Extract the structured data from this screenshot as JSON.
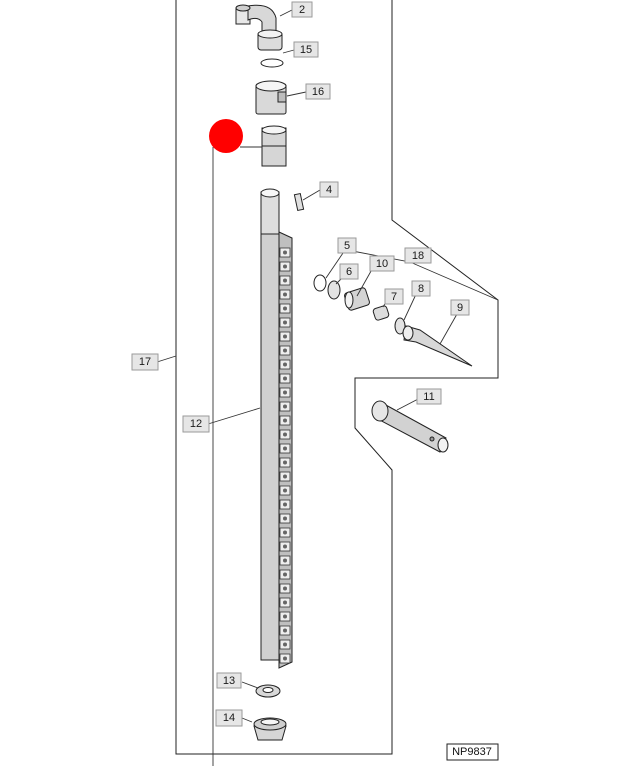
{
  "diagram_ref": "NP9837",
  "marker_color": "#ff0000",
  "callouts": [
    {
      "id": "2",
      "label": "2"
    },
    {
      "id": "15",
      "label": "15"
    },
    {
      "id": "16",
      "label": "16"
    },
    {
      "id": "4",
      "label": "4"
    },
    {
      "id": "5",
      "label": "5"
    },
    {
      "id": "6",
      "label": "6"
    },
    {
      "id": "10",
      "label": "10"
    },
    {
      "id": "18",
      "label": "18"
    },
    {
      "id": "7",
      "label": "7"
    },
    {
      "id": "8",
      "label": "8"
    },
    {
      "id": "9",
      "label": "9"
    },
    {
      "id": "11",
      "label": "11"
    },
    {
      "id": "17",
      "label": "17"
    },
    {
      "id": "12",
      "label": "12"
    },
    {
      "id": "13",
      "label": "13"
    },
    {
      "id": "14",
      "label": "14"
    }
  ]
}
